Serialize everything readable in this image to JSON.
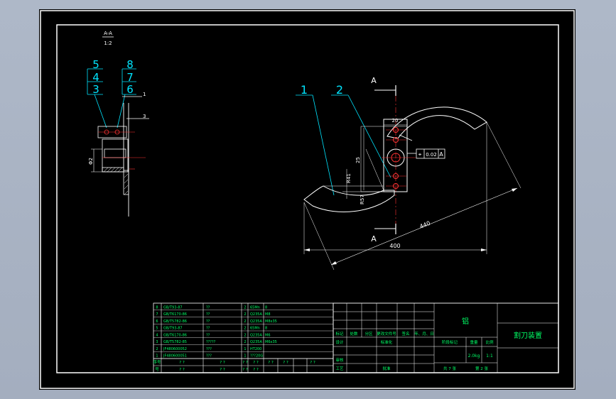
{
  "section": {
    "label": "A-A",
    "scale": "1:2"
  },
  "left_view": {
    "balloons": [
      "5",
      "4",
      "3",
      "8",
      "7",
      "6"
    ],
    "leaders": [
      "1",
      "3"
    ],
    "dim_vertical": "Φ2"
  },
  "main_view": {
    "balloons": [
      "1",
      "2"
    ],
    "section_marks": [
      "A",
      "A"
    ],
    "dims": {
      "top": "20",
      "left": "25",
      "r_small": "R41",
      "r_inner": "R57",
      "width": "400",
      "diag": "440"
    },
    "tolerance": {
      "symbol": "⌖",
      "value": "0.02",
      "datum": "A"
    }
  },
  "bom": {
    "rows": [
      {
        "no": "8",
        "code": "GB/T93-87",
        "name": "??",
        "qty": "2",
        "material": "65Mn",
        "note": "8"
      },
      {
        "no": "7",
        "code": "GB/T6170-86",
        "name": "??",
        "qty": "2",
        "material": "Q235A",
        "note": "M8"
      },
      {
        "no": "6",
        "code": "GB/T5782-86",
        "name": "??",
        "qty": "2",
        "material": "Q235A",
        "note": "M8x35"
      },
      {
        "no": "5",
        "code": "GB/T93-87",
        "name": "??",
        "qty": "2",
        "material": "65Mn",
        "note": "8"
      },
      {
        "no": "4",
        "code": "GB/T6170-86",
        "name": "??",
        "qty": "2",
        "material": "Q235A",
        "note": "M6"
      },
      {
        "no": "3",
        "code": "GB/T5782-85",
        "name": "?????",
        "qty": "2",
        "material": "Q235A",
        "note": "M6x35"
      },
      {
        "no": "2",
        "code": "JF480600052",
        "name": "???",
        "qty": "1",
        "material": "HT200",
        "note": ""
      },
      {
        "no": "1",
        "code": "JF480600051",
        "name": "???",
        "qty": "1",
        "material": "???20G",
        "note": ""
      }
    ],
    "header_row": {
      "no": "序号",
      "code": "? ?",
      "name": "? ?",
      "qty": "? ?",
      "material": "? ?",
      "extra": "? ?",
      "extra2": "? ?",
      "note": "? ?"
    },
    "header_row2": {
      "no": "号",
      "code": "? ?",
      "name": "? ?",
      "qty": "? ?",
      "material": "? ?"
    }
  },
  "title_block": {
    "material_label": "铝",
    "drawing_title": "割刀装置",
    "mark_label": "标记",
    "count_label": "处数",
    "zone_label": "分区",
    "doc_label": "更改文件号",
    "sign_label": "签名",
    "date_label": "年、月、日",
    "design_label": "设计",
    "std_label": "标准化",
    "stage_label": "阶段标记",
    "weight_label": "重量",
    "scale_label": "比例",
    "check_label": "审核",
    "process_label": "工艺",
    "approve_label": "批准",
    "weight_value": "2.0kg",
    "scale_value": "1:1",
    "total_sheets": "共 7 张",
    "sheet_no": "第 2 张"
  }
}
